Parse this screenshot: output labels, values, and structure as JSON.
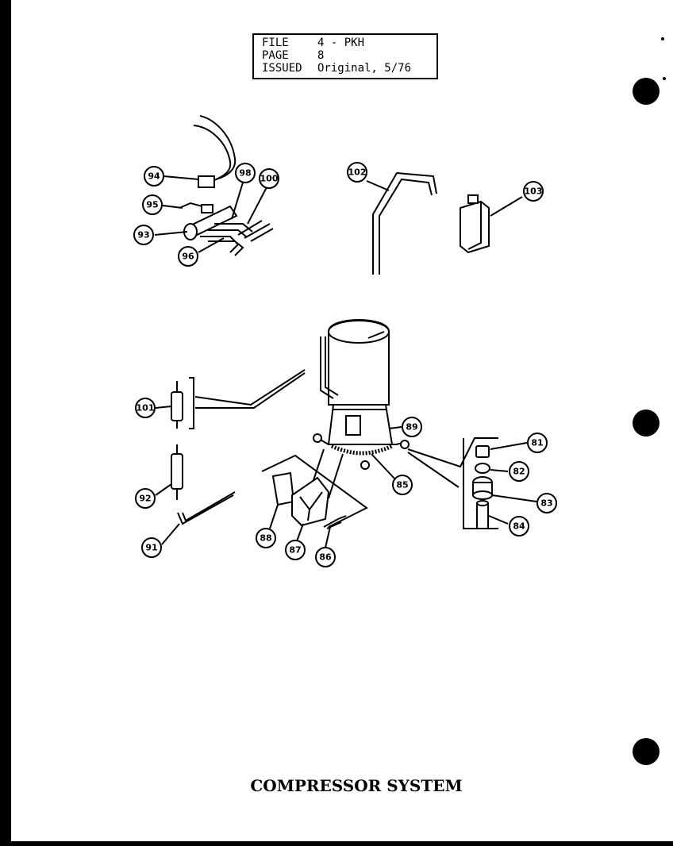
{
  "header": {
    "rows": [
      {
        "key": "FILE",
        "value": "4 - PKH"
      },
      {
        "key": "PAGE",
        "value": "8"
      },
      {
        "key": "ISSUED",
        "value": "Original, 5/76"
      }
    ]
  },
  "callouts": {
    "c94": "94",
    "c95a": "95",
    "c93": "93",
    "c96": "96",
    "c98": "98",
    "c100": "100",
    "c102": "102",
    "c103": "103",
    "c101": "101",
    "c92": "92",
    "c91": "91",
    "c88": "88",
    "c87": "87",
    "c86": "86",
    "c89": "89",
    "c85": "85",
    "c81": "81",
    "c82": "82",
    "c83": "83",
    "c84": "84"
  },
  "caption": "COMPRESSOR SYSTEM"
}
